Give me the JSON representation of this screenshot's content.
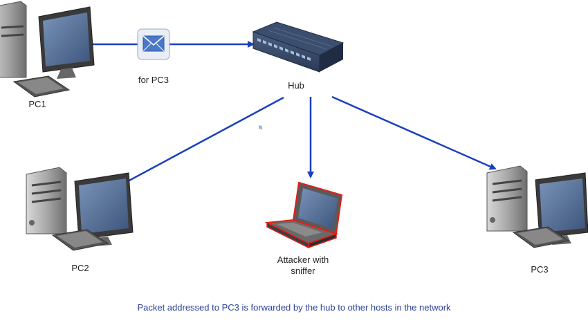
{
  "nodes": {
    "pc1": {
      "label": "PC1"
    },
    "hub": {
      "label": "Hub"
    },
    "pc2": {
      "label": "PC2"
    },
    "attacker": {
      "label_line1": "Attacker with",
      "label_line2": "sniffer"
    },
    "pc3": {
      "label": "PC3"
    }
  },
  "packet": {
    "label": "for PC3",
    "icon": "envelope-icon"
  },
  "caption": "Packet addressed to PC3 is forwarded by the hub to other hosts in the network",
  "colors": {
    "arrow": "#1a3fbf",
    "attacker_outline": "#e0201a",
    "caption": "#2a3f9a"
  }
}
